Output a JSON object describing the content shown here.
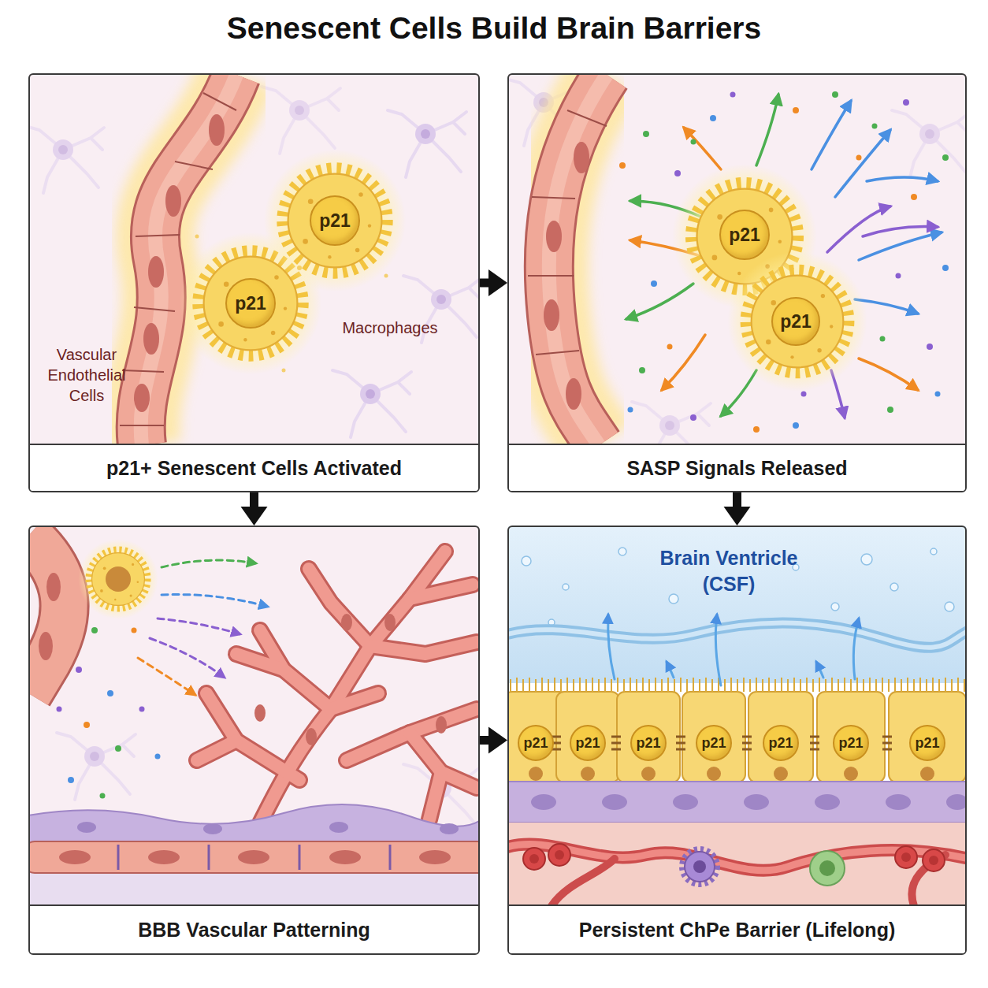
{
  "diagram": {
    "title": "Senescent Cells Build Brain Barriers",
    "nodes": [
      {
        "text": [
          "p21+ Senescent Cells Activated"
        ]
      },
      {
        "text": [
          "p21"
        ],
        "in": 0
      },
      {
        "text": [
          "p21"
        ],
        "in": 0
      },
      {
        "text": [
          "SASP Signals Released"
        ]
      },
      {
        "text": [
          "p21"
        ],
        "in": 3
      },
      {
        "text": [
          "p21"
        ],
        "in": 3
      },
      {
        "text": [
          "BBB Vascular Patterning"
        ]
      },
      {
        "text": [
          "Persistent ChPe Barrier (Lifelong)"
        ]
      },
      {
        "text": [
          "p21"
        ],
        "in": 7
      },
      {
        "text": [
          "p21"
        ],
        "in": 7
      },
      {
        "text": [
          "p21"
        ],
        "in": 7
      },
      {
        "text": [
          "p21"
        ],
        "in": 7
      },
      {
        "text": [
          "p21"
        ],
        "in": 7
      },
      {
        "text": [
          "p21"
        ],
        "in": 7
      },
      {
        "text": [
          "p21"
        ],
        "in": 7
      }
    ],
    "edges": [
      {
        "from": 0,
        "to": 3,
        "arrow": "to"
      },
      {
        "from": 0,
        "to": 6,
        "arrow": "to"
      },
      {
        "from": 3,
        "to": 7,
        "arrow": "to"
      },
      {
        "from": 6,
        "to": 7,
        "arrow": "to"
      }
    ],
    "labels": [
      "Vascular Endothelial Cells",
      "Macrophages",
      "Brain Ventricle (CSF)"
    ]
  }
}
